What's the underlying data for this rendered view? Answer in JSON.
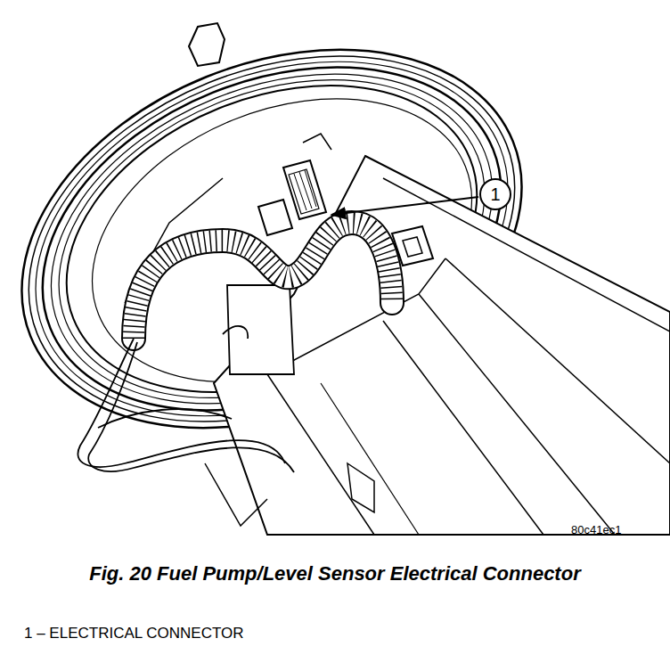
{
  "diagram": {
    "caption": "Fig. 20 Fuel Pump/Level Sensor Electrical Connector",
    "labels": [
      "1",
      "80c41ec1",
      "1 – ELECTRICAL CONNECTOR"
    ]
  }
}
